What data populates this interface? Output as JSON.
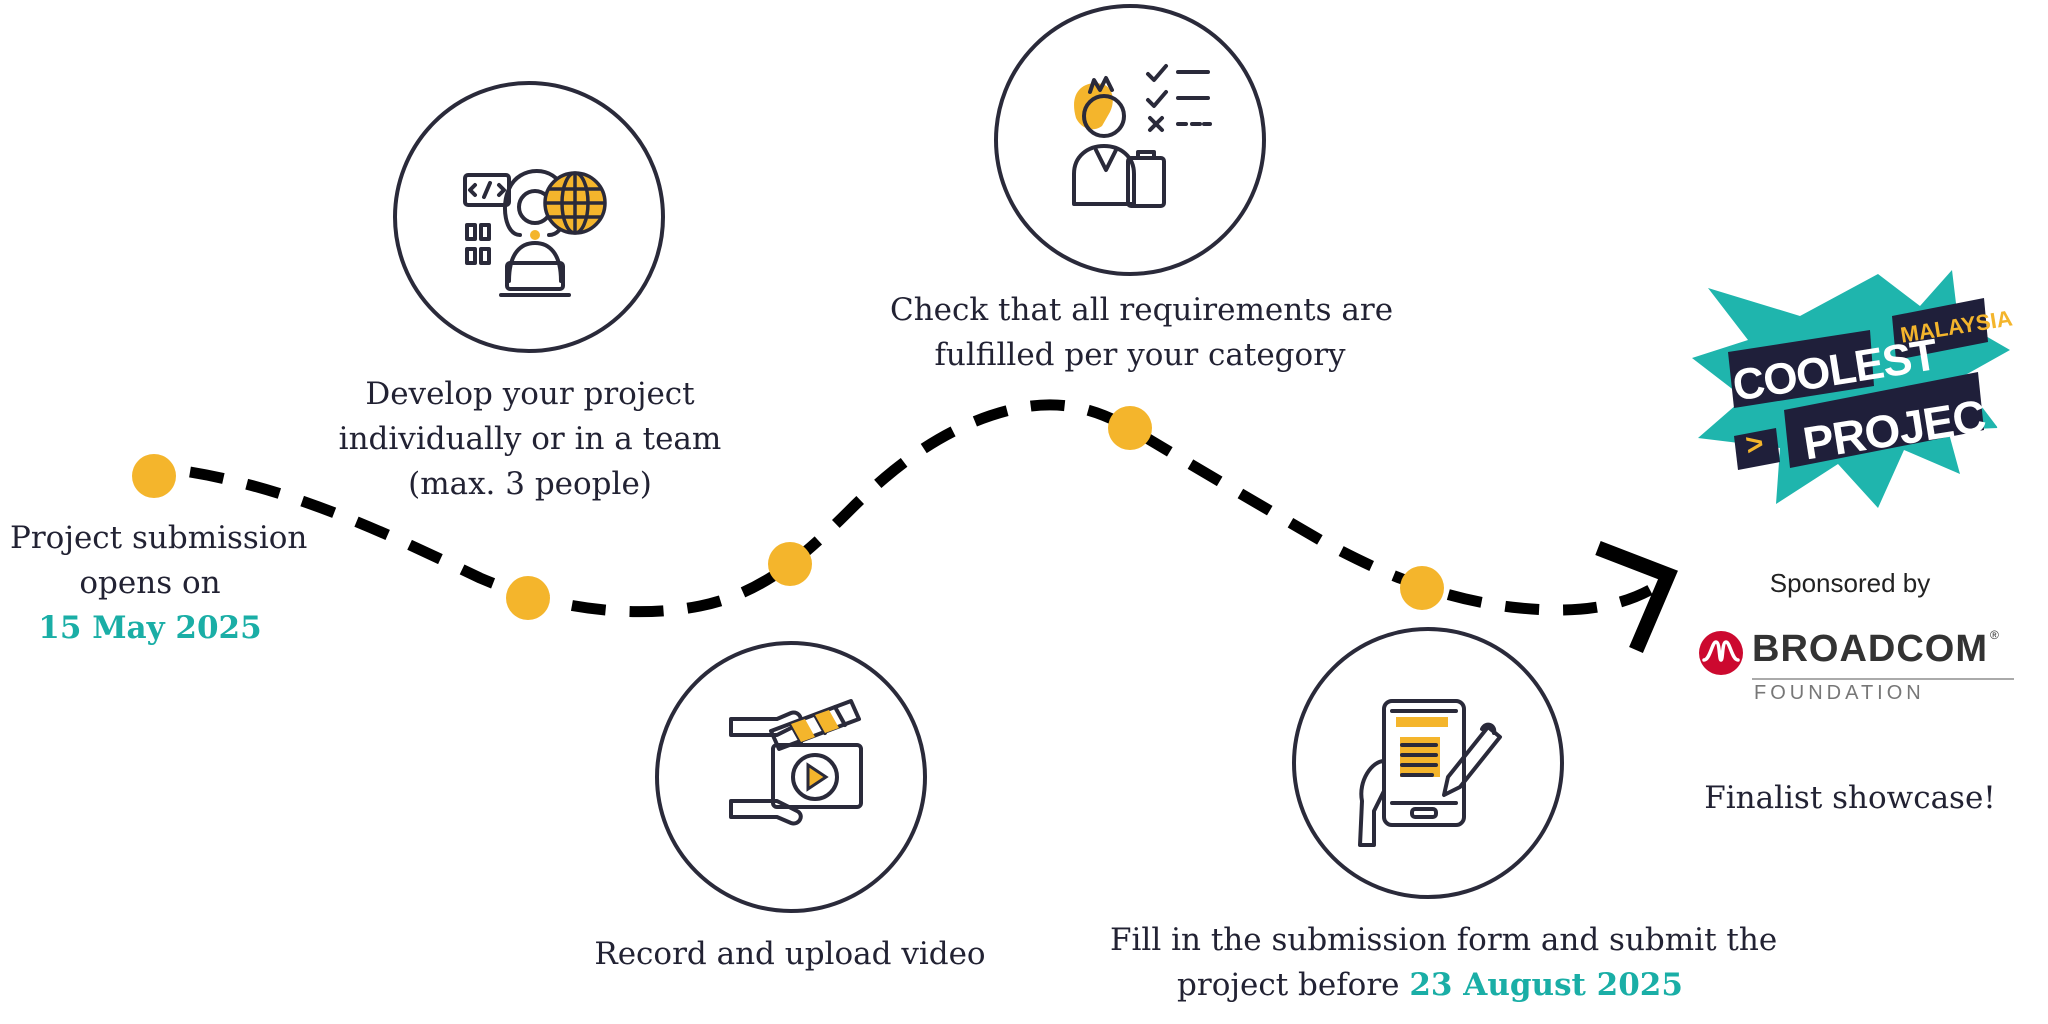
{
  "timeline": {
    "step1": {
      "line1": "Project submission",
      "line2": "opens on",
      "date": "15 May 2025"
    },
    "step2": {
      "line1": "Develop your project",
      "line2": "individually or in a team",
      "line3": "(max. 3 people)"
    },
    "step3": {
      "label": "Record and upload video"
    },
    "step4": {
      "line1": "Check that all requirements are",
      "line2": "fulfilled per your category"
    },
    "step5": {
      "line1": "Fill in the submission form and submit the",
      "line2_prefix": "project before",
      "date": "23 August 2025"
    }
  },
  "logo": {
    "top": "COOLEST",
    "tag": "MALAYSIA",
    "bottom": "PROJECTS",
    "chevron": ">"
  },
  "sponsor": {
    "label": "Sponsored by",
    "name": "BROADCOM",
    "registered": "®",
    "sub": "FOUNDATION"
  },
  "finale": {
    "label": "Finalist showcase!"
  },
  "colors": {
    "accent": "#1aaea6",
    "dot": "#f4b52c",
    "ink": "#222233",
    "burst": "#1fb5ad",
    "navy": "#1f1f3a",
    "broadcom_red": "#cc092f"
  },
  "icons": [
    "coder-globe-icon",
    "clapperboard-video-icon",
    "checklist-person-icon",
    "tablet-form-icon",
    "arrow-head-icon"
  ]
}
